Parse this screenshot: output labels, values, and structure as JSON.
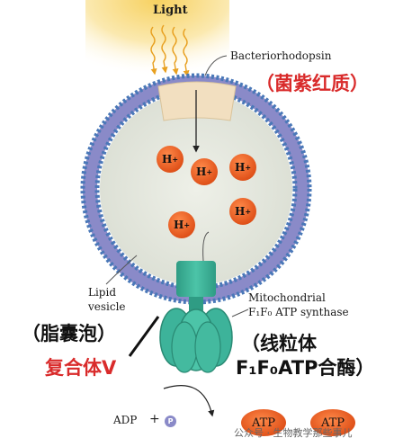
{
  "labels": {
    "light": "Light",
    "bacteriorhodopsin": "Bacteriorhodopsin",
    "bacteriorhodopsin_cn": "（菌紫红质）",
    "lipid_vesicle_line1": "Lipid",
    "lipid_vesicle_line2": "vesicle",
    "lipid_vesicle_cn": "（脂囊泡）",
    "complex_v_cn": "复合体V",
    "synthase_line1": "Mitochondrial",
    "synthase_line2": "F₁F₀ ATP synthase",
    "synthase_cn_line1": "（线粒体",
    "synthase_cn_line2": "F₁F₀ATP合酶）",
    "adp": "ADP",
    "plus": "+",
    "p": "P",
    "atp": "ATP",
    "h_plus": "H"
  },
  "watermark": "公众号 · 生物教学那些事儿",
  "colors": {
    "light": "#f2b52a",
    "membrane_head": "#4a78b8",
    "membrane_tail": "#8a8ac8",
    "vesicle_fill": "#e4e8dc",
    "protein": "#f2dfc0",
    "synthase": "#3db39a",
    "proton": "#e0521a",
    "cn_red": "#d92b2b"
  }
}
